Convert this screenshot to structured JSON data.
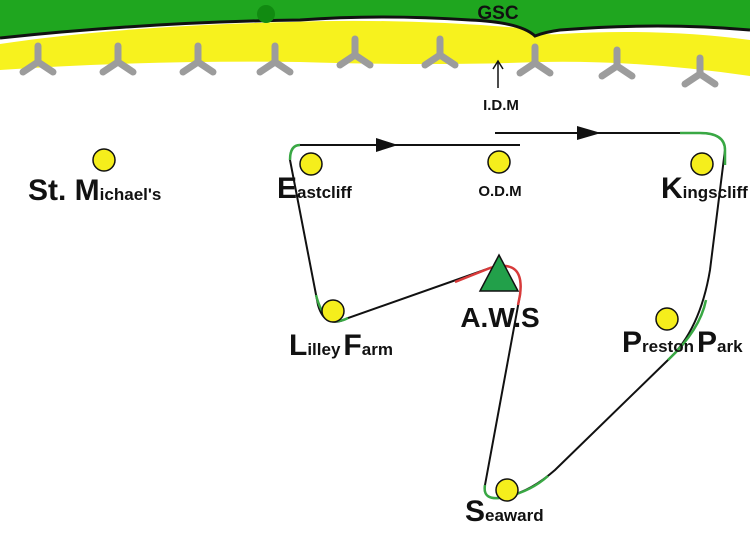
{
  "colors": {
    "grass": "#1fa61f",
    "sand": "#f7f21e",
    "marker": "#f5ee1c",
    "station": "#22a04a",
    "route": "#111111",
    "route_start": "#39a844",
    "route_end": "#d93a3a"
  },
  "top_area": {
    "label": "GSC"
  },
  "idm": {
    "label": "I.D.M"
  },
  "odm": {
    "label": "O.D.M"
  },
  "aws": {
    "label": "A.W.S"
  },
  "points": {
    "st_michaels": {
      "initial": "St. M",
      "rest": "ichael's"
    },
    "eastcliff": {
      "initial": "E",
      "rest": "astcliff"
    },
    "kingscliff": {
      "initial": "K",
      "rest": "ingscliff"
    },
    "lilley_farm": {
      "initial1": "L",
      "rest1": "illey",
      "initial2": "F",
      "rest2": "arm"
    },
    "preston_park": {
      "initial1": "P",
      "rest1": "reston",
      "initial2": "P",
      "rest2": "ark"
    },
    "seaward": {
      "initial": "S",
      "rest": "eaward"
    }
  },
  "icons": {
    "markers": "yellow-circle-marker-icon",
    "station": "green-triangle-icon",
    "direction": "arrow-right-icon",
    "pointer": "arrow-up-icon",
    "shore": "y-shaped-stake-icon"
  }
}
